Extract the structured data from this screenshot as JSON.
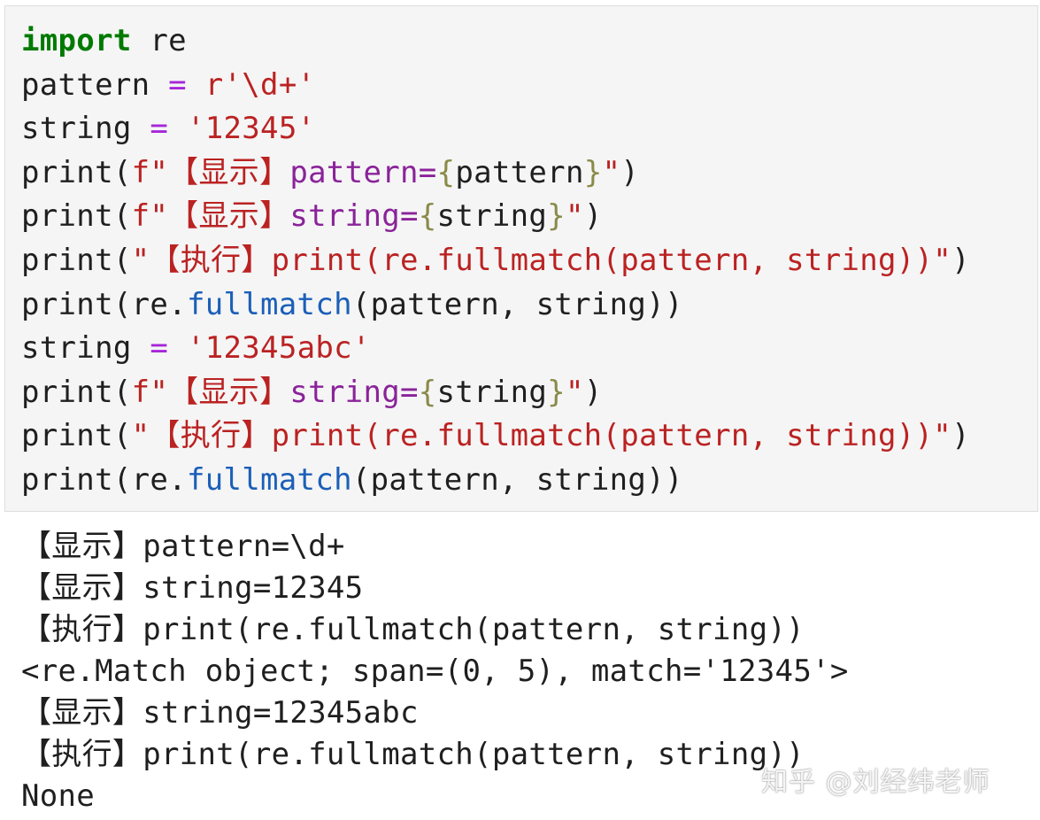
{
  "code": {
    "line1": {
      "keyword": "import",
      "module": " re"
    },
    "line2": {
      "name": "pattern",
      "op": "=",
      "value": "r'\\d+'"
    },
    "line3": {
      "name": "string",
      "op": "=",
      "value": "'12345'"
    },
    "line4": {
      "pre": "print(",
      "fstart": "f\"【显示】",
      "label": "pattern=",
      "lbrace": "{",
      "var": "pattern",
      "rbrace": "}",
      "fend": "\"",
      "post": ")"
    },
    "line5": {
      "pre": "print(",
      "fstart": "f\"【显示】",
      "label": "string=",
      "lbrace": "{",
      "var": "string",
      "rbrace": "}",
      "fend": "\"",
      "post": ")"
    },
    "line6": {
      "pre": "print(",
      "str": "\"【执行】print(re.fullmatch(pattern, string))\"",
      "post": ")"
    },
    "line7": {
      "pre": "print(re.",
      "fn": "fullmatch",
      "post": "(pattern, string))"
    },
    "line8": {
      "name": "string",
      "op": "=",
      "value": "'12345abc'"
    },
    "line9": {
      "pre": "print(",
      "fstart": "f\"【显示】",
      "label": "string=",
      "lbrace": "{",
      "var": "string",
      "rbrace": "}",
      "fend": "\"",
      "post": ")"
    },
    "line10": {
      "pre": "print(",
      "str": "\"【执行】print(re.fullmatch(pattern, string))\"",
      "post": ")"
    },
    "line11": {
      "pre": "print(re.",
      "fn": "fullmatch",
      "post": "(pattern, string))"
    }
  },
  "output": {
    "lines": [
      "【显示】pattern=\\d+",
      "【显示】string=12345",
      "【执行】print(re.fullmatch(pattern, string))",
      "<re.Match object; span=(0, 5), match='12345'>",
      "【显示】string=12345abc",
      "【执行】print(re.fullmatch(pattern, string))",
      "None"
    ]
  },
  "watermark": {
    "text": "知乎 @刘经纬老师"
  },
  "colors": {
    "keyword": "#007a00",
    "operator": "#a527d8",
    "string": "#bb2222",
    "function": "#1b5fb8",
    "cell_background": "#f5f5f5"
  }
}
